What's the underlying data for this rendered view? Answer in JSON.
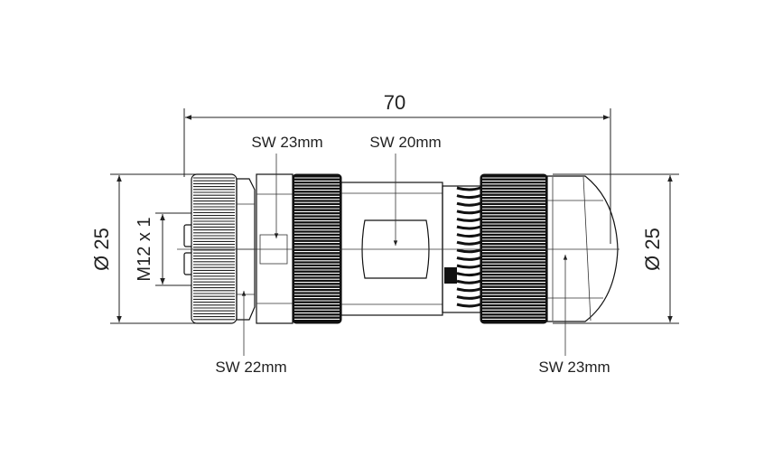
{
  "labels": {
    "overall_length": "70",
    "sw_top_left": "SW 23mm",
    "sw_top_mid": "SW 20mm",
    "sw_bottom_left": "SW 22mm",
    "sw_bottom_right": "SW 23mm",
    "dia_left": "Ø 25",
    "dia_right": "Ø 25",
    "thread": "M12 x 1"
  },
  "icons": {
    "arrow": "arrow-icon",
    "knurl": "knurl-pattern"
  }
}
